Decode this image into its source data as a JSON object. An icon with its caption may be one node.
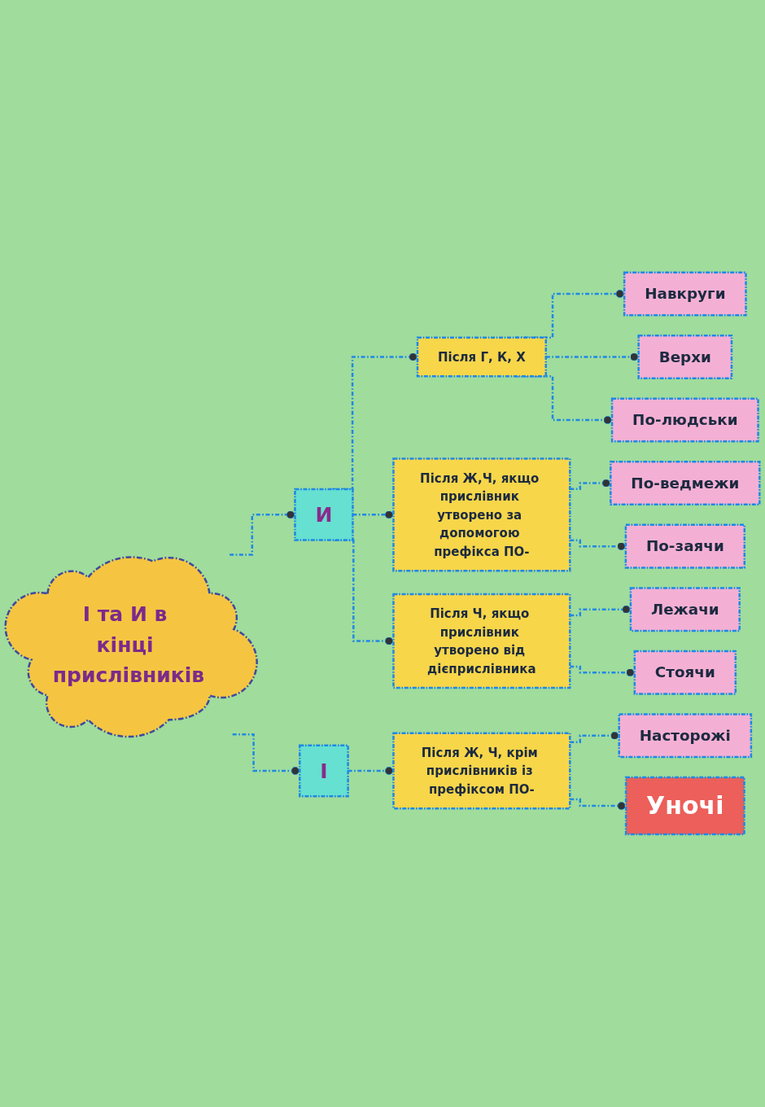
{
  "diagram": {
    "nodes": [
      {
        "text": [
          "І та И в кінці прислівників"
        ]
      },
      {
        "text": [
          "И"
        ]
      },
      {
        "text": [
          "І"
        ]
      },
      {
        "text": [
          "Після Г, К, Х"
        ]
      },
      {
        "text": [
          "Навкруги"
        ]
      },
      {
        "text": [
          "Верхи"
        ]
      },
      {
        "text": [
          "По-людськи"
        ]
      },
      {
        "text": [
          "Після Ж,Ч, якщо прислівник утворено за допомогою префікса ПО-"
        ]
      },
      {
        "text": [
          "По-ведмежи"
        ]
      },
      {
        "text": [
          "По-заячи"
        ]
      },
      {
        "text": [
          "Після Ч, якщо прислівник утворено від дієприслівника"
        ]
      },
      {
        "text": [
          "Лежачи"
        ]
      },
      {
        "text": [
          "Стоячи"
        ]
      },
      {
        "text": [
          "Після Ж, Ч, крім прислівників із префіксом ПО-"
        ]
      },
      {
        "text": [
          "Насторожі"
        ]
      },
      {
        "text": [
          "Уночі"
        ]
      }
    ],
    "edges": [
      {
        "from": 0,
        "to": 1,
        "arrow": "other",
        "style": "dashed"
      },
      {
        "from": 0,
        "to": 2,
        "arrow": "other",
        "style": "dashed"
      },
      {
        "from": 1,
        "to": 3,
        "arrow": "other",
        "style": "dashed"
      },
      {
        "from": 3,
        "to": 4,
        "arrow": "other",
        "style": "dashed"
      },
      {
        "from": 3,
        "to": 5,
        "arrow": "other",
        "style": "dashed"
      },
      {
        "from": 3,
        "to": 6,
        "arrow": "other",
        "style": "dashed"
      },
      {
        "from": 1,
        "to": 7,
        "arrow": "other",
        "style": "dashed"
      },
      {
        "from": 7,
        "to": 8,
        "arrow": "other",
        "style": "dashed"
      },
      {
        "from": 7,
        "to": 9,
        "arrow": "other",
        "style": "dashed"
      },
      {
        "from": 1,
        "to": 10,
        "arrow": "other",
        "style": "dashed"
      },
      {
        "from": 10,
        "to": 11,
        "arrow": "other",
        "style": "dashed"
      },
      {
        "from": 10,
        "to": 12,
        "arrow": "other",
        "style": "dashed"
      },
      {
        "from": 2,
        "to": 13,
        "arrow": "other",
        "style": "dashed"
      },
      {
        "from": 13,
        "to": 14,
        "arrow": "other",
        "style": "dashed"
      },
      {
        "from": 13,
        "to": 15,
        "arrow": "other",
        "style": "dashed"
      }
    ]
  }
}
